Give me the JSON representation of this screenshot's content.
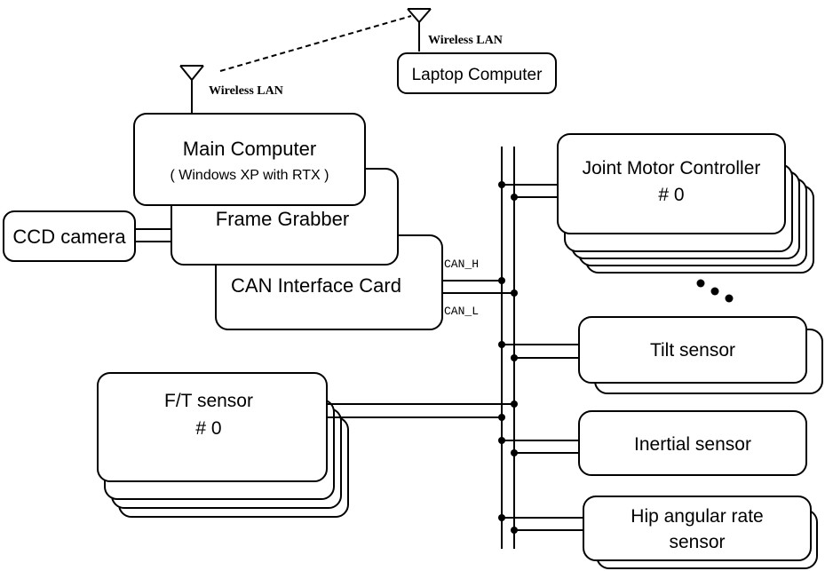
{
  "wireless": {
    "main_label": "Wireless LAN",
    "laptop_label": "Wireless LAN"
  },
  "laptop": {
    "label": "Laptop Computer"
  },
  "main_computer": {
    "title": "Main Computer",
    "subtitle": "( Windows XP with RTX )"
  },
  "frame_grabber": {
    "label": "Frame Grabber"
  },
  "ccd_camera": {
    "label": "CCD camera"
  },
  "can_card": {
    "label": "CAN Interface Card",
    "can_h": "CAN_H",
    "can_l": "CAN_L"
  },
  "ft_sensor": {
    "line1": "F/T sensor",
    "line2": "# 0"
  },
  "joint_motor": {
    "line1": "Joint Motor Controller",
    "line2": "# 0"
  },
  "tilt_sensor": {
    "label": "Tilt sensor"
  },
  "inertial_sensor": {
    "label": "Inertial sensor"
  },
  "hip_sensor": {
    "line1": "Hip angular rate",
    "line2": "sensor"
  }
}
